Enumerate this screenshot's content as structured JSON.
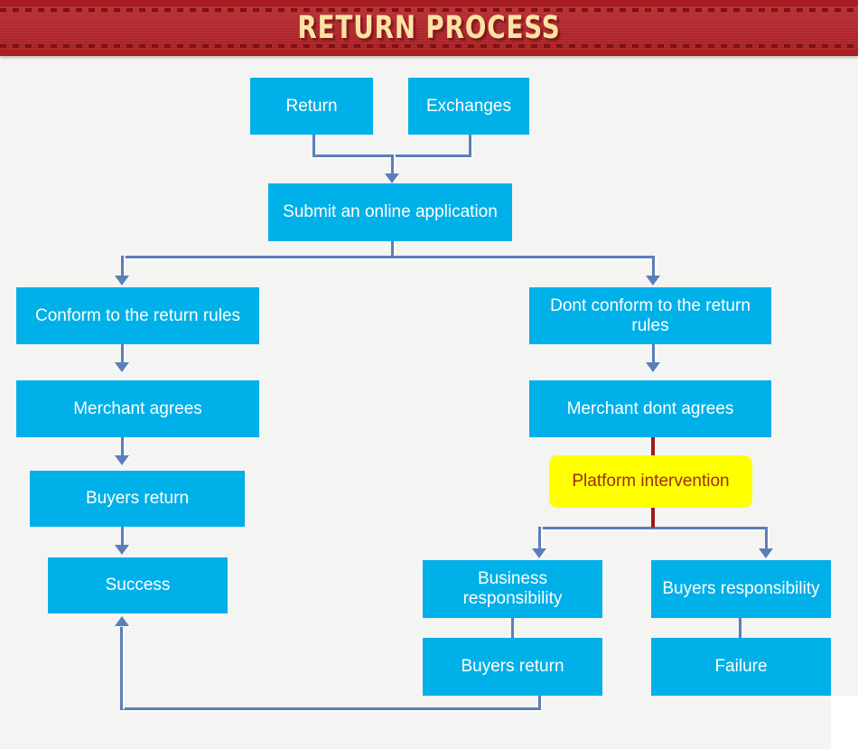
{
  "header": {
    "title": "RETURN PROCESS",
    "background_color": "#b62328",
    "title_color": "#fbe3a4"
  },
  "theme": {
    "canvas_background": "#f4f4f3",
    "node_fill": "#00b0e8",
    "node_text": "#ffffff",
    "highlight_fill": "#ffff00",
    "highlight_text": "#9c2d10",
    "connector_color": "#5b7fb9",
    "highlight_connector_color": "#9c1a1b"
  },
  "nodes": {
    "return": "Return",
    "exchanges": "Exchanges",
    "submit": "Submit an online application",
    "conform": "Conform to the return rules",
    "dont_conform": "Dont conform to the return rules",
    "merchant_agrees": "Merchant agrees",
    "merchant_dont_agrees": "Merchant dont agrees",
    "buyers_return_left": "Buyers return",
    "platform_intervention": "Platform intervention",
    "success": "Success",
    "business_responsibility": "Business responsibility",
    "buyers_responsibility": "Buyers responsibility",
    "buyers_return_bottom": "Buyers return",
    "failure": "Failure"
  }
}
